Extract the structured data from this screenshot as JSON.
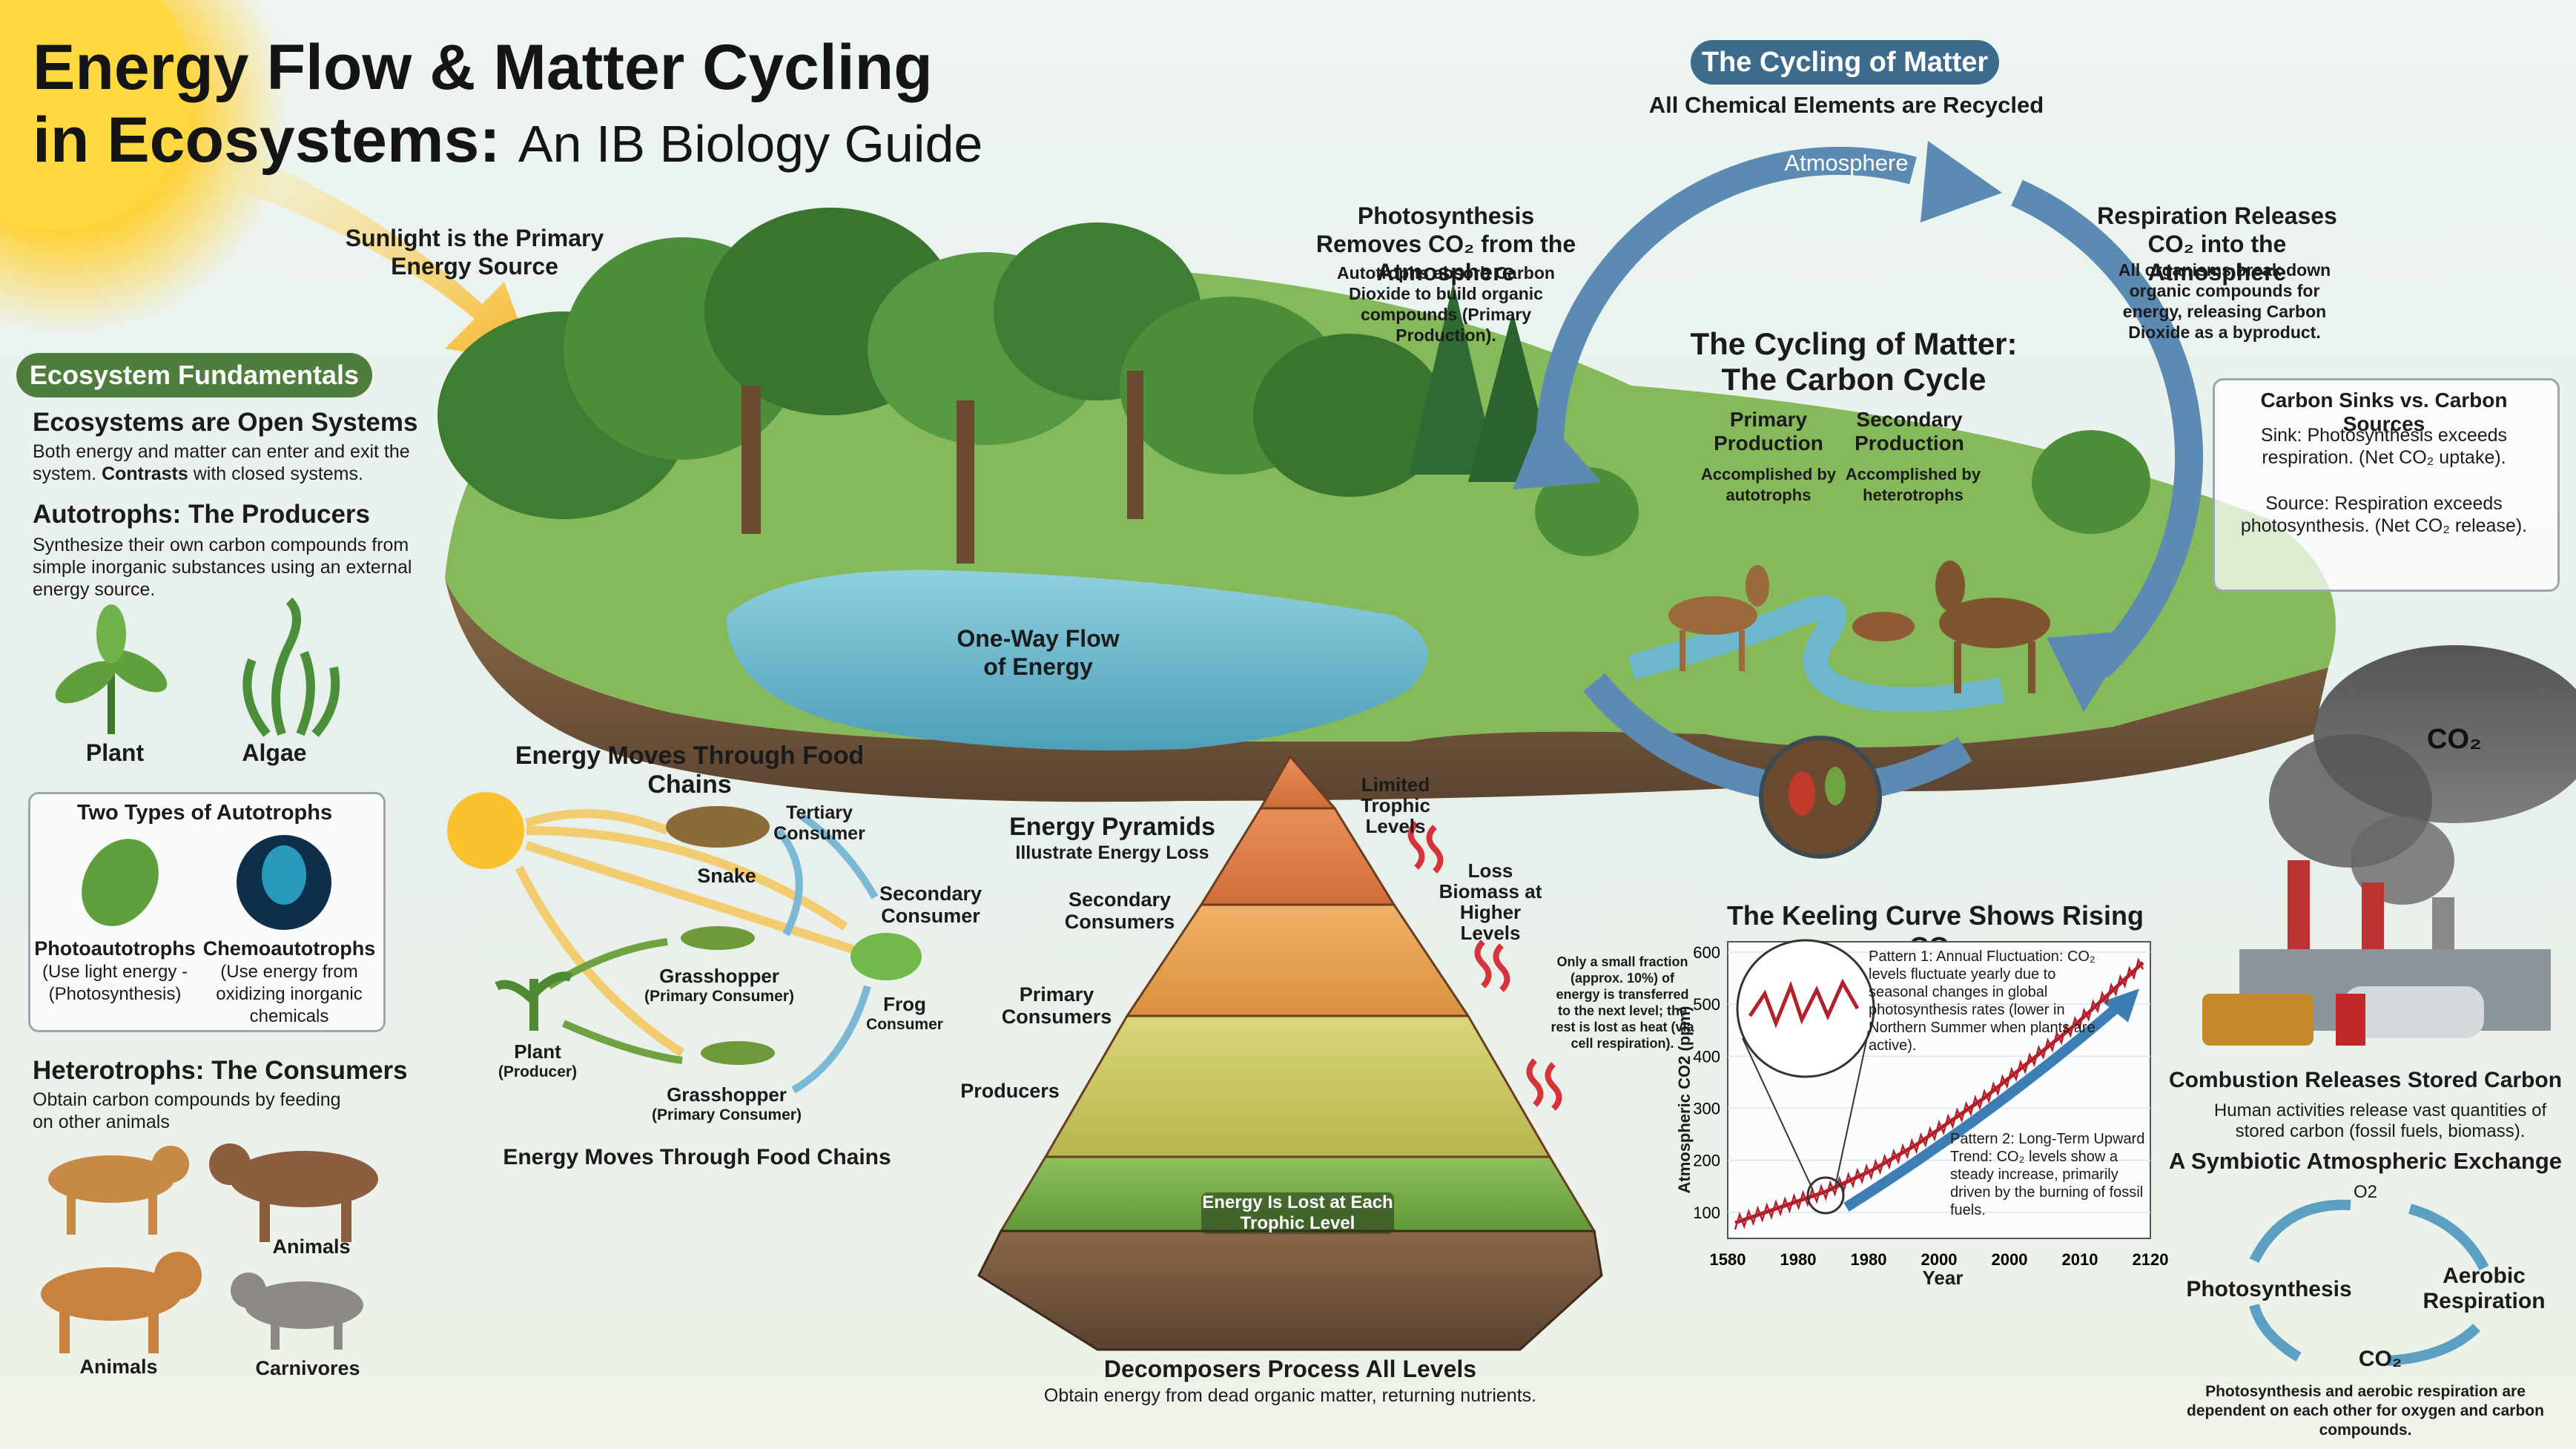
{
  "title": {
    "line1": "Energy Flow & Matter Cycling",
    "line2_bold": "in Ecosystems:",
    "line2_rest": "An IB Biology Guide"
  },
  "sunlight_label": "Sunlight is the Primary Energy Source",
  "fundamentals": {
    "badge": "Ecosystem Fundamentals",
    "open_title": "Ecosystems are Open Systems",
    "open_text": "Both energy and matter can enter and exit the system.",
    "open_text_bold": "Contrasts",
    "open_text_end": "with closed systems.",
    "autotrophs_title": "Autotrophs: The Producers",
    "autotrophs_text": "Synthesize their own carbon compounds from simple inorganic substances using an external energy source.",
    "plant": "Plant",
    "algae": "Algae",
    "two_types_title": "Two Types of Autotrophs",
    "photo_title": "Photoautotrophs",
    "photo_text": "(Use light energy - (Photosynthesis)",
    "chemo_title": "Chemoautotrophs",
    "chemo_text": "(Use energy from oxidizing inorganic chemicals",
    "heterotrophs_title": "Heterotrophs: The Consumers",
    "heterotrophs_text": "Obtain carbon compounds by feeding on other  animals",
    "animals_a": "Animals",
    "animals_b": "Animals",
    "carnivores": "Carnivores"
  },
  "landscape": {
    "one_way": "One-Way Flow of Energy",
    "photosynthesis_title": "Photosynthesis Removes CO₂ from the Atmosphere",
    "photosynthesis_text": "Autotrophs absorb Carbon Dioxide to build organic compounds (Primary Production)."
  },
  "food_chain": {
    "title": "Energy Moves Through Food Chains",
    "footer": "Energy Moves Through Food Chains",
    "snake": "Snake",
    "tertiary": "Tertiary Consumer",
    "secondary": "Secondary Consumer",
    "frog": "Frog",
    "frog_role": "Consumer",
    "grasshopper_a": "Grasshopper",
    "grasshopper_a_role": "(Primary Consumer)",
    "grasshopper_b": "Grasshopper",
    "grasshopper_b_role": "(Primary Consumer)",
    "plant": "Plant",
    "plant_role": "(Producer)"
  },
  "pyramid": {
    "title": "Energy Pyramids",
    "subtitle": "Illustrate Energy Loss",
    "limited": "Limited Trophic Levels",
    "loss_biomass": "Loss Biomass at Higher Levels",
    "fraction_note": "Only a small fraction (approx. 10%) of energy is transferred to the next level; the rest is lost as heat (via cell respiration).",
    "secondary_consumers": "Secondary Consumers",
    "primary_consumers": "Primary Consumers",
    "producers": "Producers",
    "energy_lost": "Energy Is Lost at Each Trophic Level",
    "decomposers_title": "Decomposers Process All Levels",
    "decomposers_text": "Obtain energy from dead organic matter, returning nutrients."
  },
  "carbon_cycle": {
    "badge": "The Cycling of Matter",
    "subtitle": "All Chemical Elements are Recycled",
    "atmosphere": "Atmosphere",
    "center_title_1": "The Cycling of Matter:",
    "center_title_2": "The Carbon Cycle",
    "primary_production": "Primary Production",
    "primary_by": "Accomplished by autotrophs",
    "secondary_production": "Secondary Production",
    "secondary_by": "Accomplished by heterotrophs",
    "respiration_title": "Respiration Releases CO₂ into the Atmosphere",
    "respiration_text": "All organisms break down organic compounds for energy, releasing Carbon Dioxide as a byproduct."
  },
  "sinks": {
    "title": "Carbon Sinks vs. Carbon Sources",
    "sink": "Sink: Photosynthesis exceeds respiration. (Net CO₂ uptake).",
    "source": "Source: Respiration exceeds photosynthesis. (Net CO₂ release)."
  },
  "combustion": {
    "co2": "CO₂",
    "title": "Combustion Releases Stored Carbon",
    "text": "Human activities release vast quantities of stored carbon (fossil fuels, biomass)."
  },
  "symbiotic": {
    "title": "A Symbiotic Atmospheric Exchange",
    "o2": "O2",
    "photosynthesis": "Photosynthesis",
    "aerobic": "Aerobic Respiration",
    "co2": "CO₂",
    "footer": "Photosynthesis and aerobic respiration are dependent on each other for oxygen and carbon compounds."
  },
  "keeling": {
    "pattern1": "Pattern 1: Annual Fluctuation: CO₂ levels fluctuate yearly due to seasonal changes in global photosynthesis rates (lower in Northern Summer when plants are active).",
    "pattern2": "Pattern 2: Long-Term Upward Trend: CO₂ levels show a steady increase, primarily driven by the burning of fossil fuels."
  },
  "chart_data": {
    "type": "line",
    "title": "The Keeling Curve Shows Rising CO₂",
    "xlabel": "Year",
    "ylabel": "Atmospheric CO2 (ppm)",
    "x_ticks": [
      "1580",
      "1980",
      "1980",
      "2000",
      "2000",
      "2010",
      "2120"
    ],
    "y_ticks": [
      100,
      200,
      300,
      400,
      500,
      600
    ],
    "ylim": [
      50,
      620
    ],
    "grid": true,
    "series": [
      {
        "values": [
          80,
          95,
          110,
          125,
          140,
          160,
          180,
          205,
          230,
          260,
          290,
          320,
          355,
          390,
          425,
          460,
          500,
          540,
          580
        ]
      }
    ],
    "trend": [
      70,
      560
    ]
  },
  "colors": {
    "badge_green": "#4e7d3d",
    "badge_blue": "#3d6b8c",
    "cycle_arrow": "#5b8ab3",
    "curve_red": "#b3202a"
  }
}
